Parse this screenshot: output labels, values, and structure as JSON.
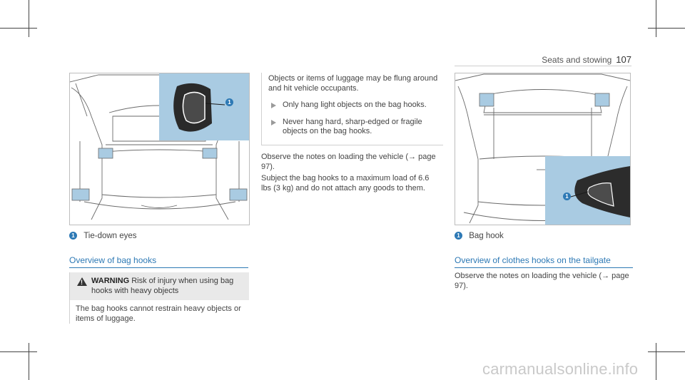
{
  "header": {
    "section": "Seats and stowing",
    "page": "107"
  },
  "left_figure": {
    "callout": "1"
  },
  "left_caption": {
    "callout": "1",
    "text": "Tie-down eyes"
  },
  "bag_hooks": {
    "title": "Overview of bag hooks",
    "warning_label": "WARNING",
    "warning_text": " Risk of injury when using bag hooks with heavy objects",
    "warning_body": "The bag hooks cannot restrain heavy objects or items of luggage."
  },
  "middle": {
    "note_text": "Objects or items of luggage may be flung around and hit vehicle occupants.",
    "bullets": [
      "Only hang light objects on the bag hooks.",
      "Never hang hard, sharp-edged or fragile objects on the bag hooks."
    ],
    "observe": "Observe the notes on loading the vehicle (→ page 97).",
    "subject": "Subject the bag hooks to a maximum load of 6.6 lbs (3 kg) and do not attach any goods to them."
  },
  "right_figure": {
    "callout": "1"
  },
  "right_caption": {
    "callout": "1",
    "text": "Bag hook"
  },
  "clothes_hooks": {
    "title": "Overview of clothes hooks on the tailgate",
    "observe": "Observe the notes on loading the vehicle (→ page 97)."
  },
  "watermark": "carmanualsonline.info"
}
